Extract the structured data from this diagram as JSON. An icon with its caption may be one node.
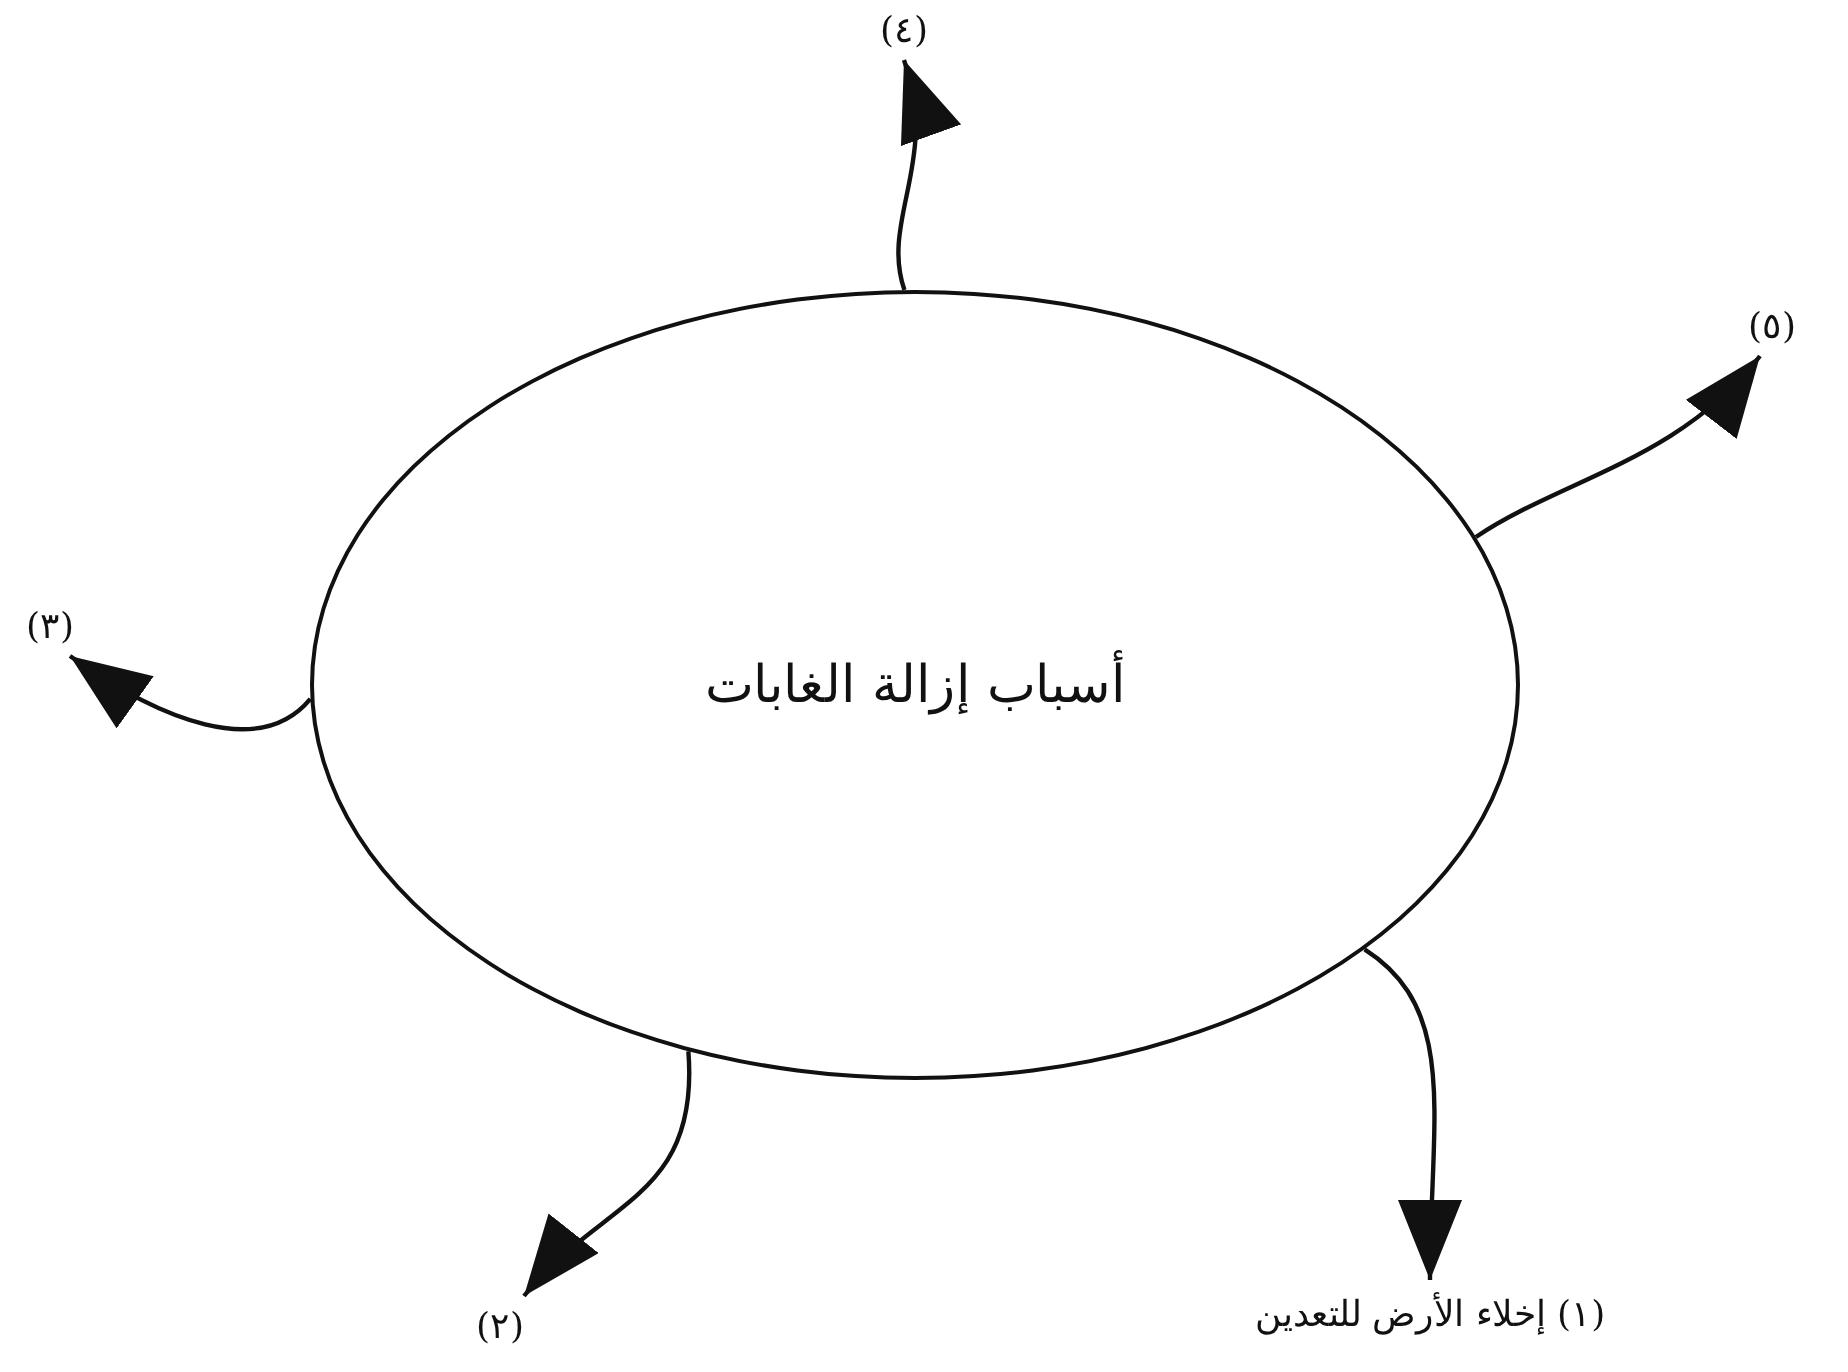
{
  "diagram": {
    "nodes": [
      {
        "text": [
          "أسباب إزالة الغابات"
        ]
      },
      {
        "text": [
          "(١) إخلاء الأرض للتعدين"
        ]
      },
      {
        "text": [
          "(٢)"
        ]
      },
      {
        "text": [
          "(٣)"
        ]
      },
      {
        "text": [
          "(٤)"
        ]
      },
      {
        "text": [
          "(٥)"
        ]
      }
    ],
    "edges": [
      {
        "from": 0,
        "to": 1,
        "arrow": "to"
      },
      {
        "from": 0,
        "to": 2,
        "arrow": "to"
      },
      {
        "from": 0,
        "to": 3,
        "arrow": "to"
      },
      {
        "from": 0,
        "to": 4,
        "arrow": "to"
      },
      {
        "from": 0,
        "to": 5,
        "arrow": "to"
      }
    ]
  }
}
